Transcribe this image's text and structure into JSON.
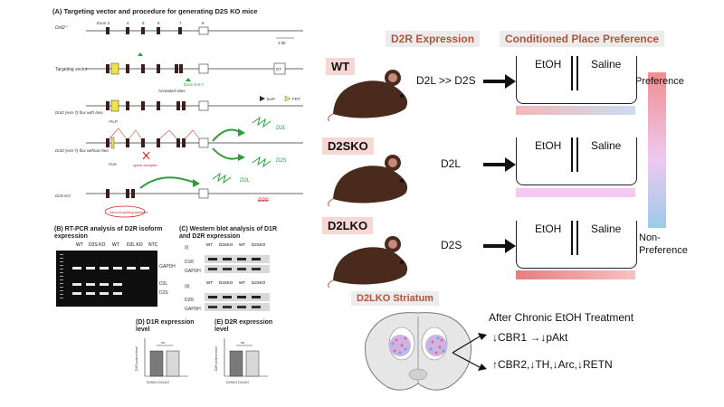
{
  "panelA": {
    "title": "(A) Targeting vector and procedure for generating D2S KO mice",
    "row1_label": "Drd2⁺",
    "exon_labels": [
      "Exon 3",
      "4",
      "5",
      "6",
      "7",
      "8"
    ],
    "scale": "1 kb",
    "row2_label": "Targeting vector",
    "dt": "DT",
    "exon_56_7": "Exon 5-6-7",
    "annealed": "Annealed sites",
    "loxp": "loxP",
    "frt": "FRT",
    "row3_label": "Drd2 (ex5-7)-flox with Neo",
    "flp": "+FLP",
    "row4_label": "Drd2 (ex5-7)-flox without Neo",
    "cre": "+Cre",
    "d2l": "D2L",
    "d2s": "D2S",
    "row5_label": "D2S-KO",
    "splice_acceptor": "splice acceptor",
    "intron_label": "Intron 6 splicing acceptor",
    "d2l_2": "D2L",
    "d2s_struck": "D2S"
  },
  "panelB": {
    "title": "(B) RT-PCR analysis of D2R isoform expression",
    "lanes": [
      "WT",
      "D2S KO",
      "WT",
      "D2L KO",
      "NTC"
    ],
    "bands": [
      "GAPDH",
      "D2L",
      "D2S"
    ]
  },
  "panelC": {
    "title": "(C) Western blot analysis of D1R and D2R expression",
    "sub_i": "(i)",
    "sub_ii": "(ii)",
    "lanes": [
      "WT",
      "D2SKO",
      "WT",
      "D2SKO"
    ],
    "rows_i": [
      "D1R",
      "GAPDH"
    ],
    "rows_ii": [
      "D2R",
      "GAPDH"
    ]
  },
  "panelD": {
    "title": "(D) D1R expression level",
    "ylabel": "D1R protein level",
    "ns": "ns",
    "xlabels": "D2SKO D2LKO"
  },
  "panelE": {
    "title": "(E) D2R expression level",
    "ylabel": "D2R protein level",
    "ns": "ns",
    "xlabels": "D2SKO D2LKO"
  },
  "right": {
    "hdr_expr": "D2R  Expression",
    "hdr_cpp": "Conditioned Place Preference",
    "rows": [
      {
        "tag": "WT",
        "expr": "D2L >> D2S",
        "left": "EtOH",
        "right": "Saline"
      },
      {
        "tag": "D2SKO",
        "expr": "D2L",
        "left": "EtOH",
        "right": "Saline"
      },
      {
        "tag": "D2LKO",
        "expr": "D2S",
        "left": "EtOH",
        "right": "Saline"
      }
    ],
    "scale_top": "Preference",
    "scale_bottom": "Non-\nPreference",
    "striatum_hdr": "D2LKO Striatum",
    "chronic": "After Chronic EtOH Treatment",
    "line1": "↓CBR1 →↓pAkt",
    "line2": "↑CBR2,↓TH,↓Arc,↓RETN"
  },
  "colors": {
    "pink": "#f2a7a7",
    "blue": "#9cc7e6",
    "lavender": "#f2c6f0",
    "red_bar": "#e88585",
    "header_text": "#b5523a",
    "green": "#2e9e3c"
  }
}
